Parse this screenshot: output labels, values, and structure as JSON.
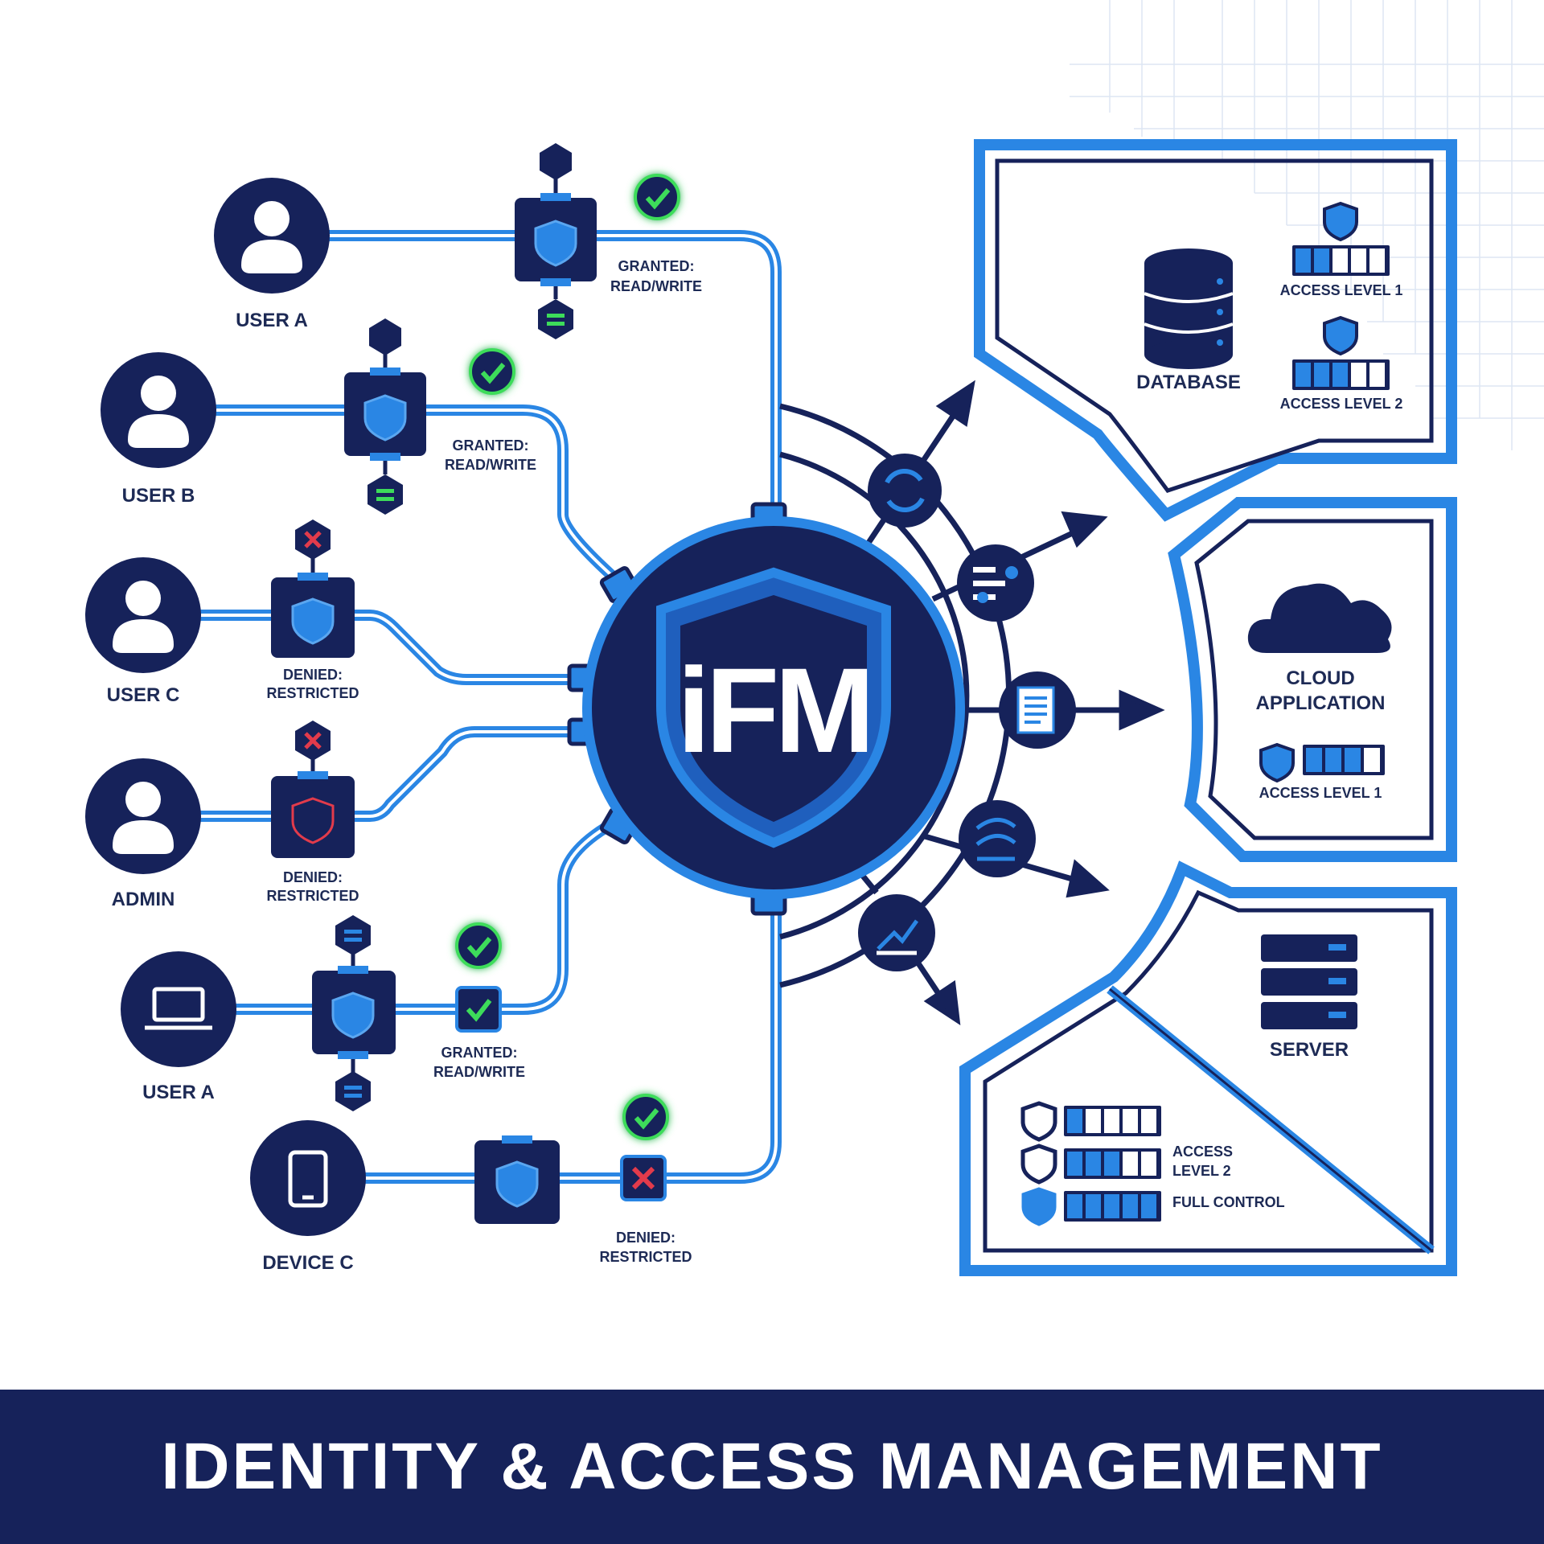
{
  "footer": {
    "title": "IDENTITY & ACCESS MANAGEMENT"
  },
  "hub": {
    "logo_text": "iFM"
  },
  "colors": {
    "navy": "#16225a",
    "blue": "#2a86e4",
    "green": "#3ddc5a",
    "red": "#e23b4b",
    "white": "#ffffff"
  },
  "identities": [
    {
      "label": "USER A",
      "icon": "user-icon",
      "decision": "GRANTED:",
      "detail": "READ/WRITE",
      "status": "granted"
    },
    {
      "label": "USER B",
      "icon": "user-icon",
      "decision": "GRANTED:",
      "detail": "READ/WRITE",
      "status": "granted"
    },
    {
      "label": "USER C",
      "icon": "user-icon",
      "decision": "DENIED:",
      "detail": "RESTRICTED",
      "status": "denied"
    },
    {
      "label": "ADMIN",
      "icon": "user-icon",
      "decision": "DENIED:",
      "detail": "RESTRICTED",
      "status": "denied"
    },
    {
      "label": "USER A",
      "icon": "laptop-icon",
      "decision": "GRANTED:",
      "detail": "READ/WRITE",
      "status": "granted"
    },
    {
      "label": "DEVICE C",
      "icon": "phone-icon",
      "decision": "DENIED:",
      "detail": "RESTRICTED",
      "status": "denied"
    }
  ],
  "hub_nodes": [
    "sync-icon",
    "settings-list-icon",
    "document-icon",
    "workflow-icon",
    "analytics-icon"
  ],
  "resources": {
    "database": {
      "label": "DATABASE",
      "levels": [
        {
          "label": "ACCESS LEVEL 1",
          "filled": 2,
          "total": 5
        },
        {
          "label": "ACCESS LEVEL 2",
          "filled": 3,
          "total": 5
        }
      ]
    },
    "cloud": {
      "label_line1": "CLOUD",
      "label_line2": "APPLICATION",
      "levels": [
        {
          "label": "ACCESS LEVEL 1",
          "filled": 3,
          "total": 4
        }
      ]
    },
    "server": {
      "label": "SERVER",
      "levels": [
        {
          "filled": 1,
          "total": 5
        },
        {
          "filled": 3,
          "total": 5
        },
        {
          "filled": 5,
          "total": 5
        }
      ],
      "level_label_line1": "ACCESS",
      "level_label_line2": "LEVEL 2",
      "full_label": "FULL CONTROL"
    }
  }
}
